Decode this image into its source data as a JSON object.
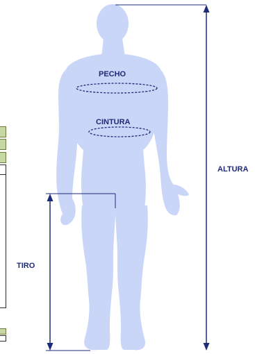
{
  "labels": {
    "pecho": "PECHO",
    "cintura": "CINTURA",
    "altura": "ALTURA",
    "tiro": "TIRO"
  },
  "colors": {
    "figure": "#c9d6f7",
    "arrow": "#1f2a78",
    "guide": "#1f2a78",
    "label": "#1f2a78",
    "table_green": "#c6d8a4"
  }
}
